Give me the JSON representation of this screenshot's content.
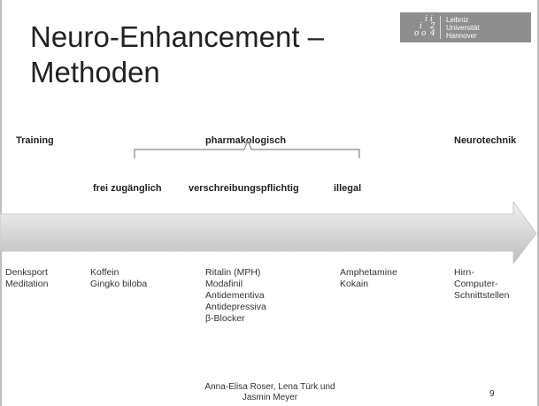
{
  "slide": {
    "title_line1": "Neuro-Enhancement –",
    "title_line2": "Methoden",
    "logo": {
      "mark": [
        "i",
        "i",
        "i",
        "2",
        "4",
        "o",
        "o"
      ],
      "text": [
        "Leibniz",
        "Universität",
        "Hannover"
      ]
    },
    "categories": {
      "training": "Training",
      "pharma": "pharmakologisch",
      "neurotech": "Neurotechnik"
    },
    "subcategories": {
      "free": "frei zugänglich",
      "prescription": "verschreibungspflichtig",
      "illegal": "illegal"
    },
    "examples": {
      "training": [
        "Denksport",
        "Meditation"
      ],
      "free": [
        "Koffein",
        "Gingko biloba"
      ],
      "prescription": [
        "Ritalin (MPH)",
        "Modafinil",
        "Antidementiva",
        "Antidepressiva",
        "β-Blocker"
      ],
      "illegal": [
        "Amphetamine",
        "Kokain"
      ],
      "neurotech": [
        "Hirn-",
        "Computer-",
        "Schnittstellen"
      ]
    },
    "footer": {
      "authors_line1": "Anna-Elisa Roser, Lena Türk und",
      "authors_line2": "Jasmin Meyer",
      "page_number": "9"
    },
    "colors": {
      "arrow_top": "#f2f2f2",
      "arrow_bottom": "#bdbdbd",
      "logo_bg": "#8e8e8e"
    }
  }
}
